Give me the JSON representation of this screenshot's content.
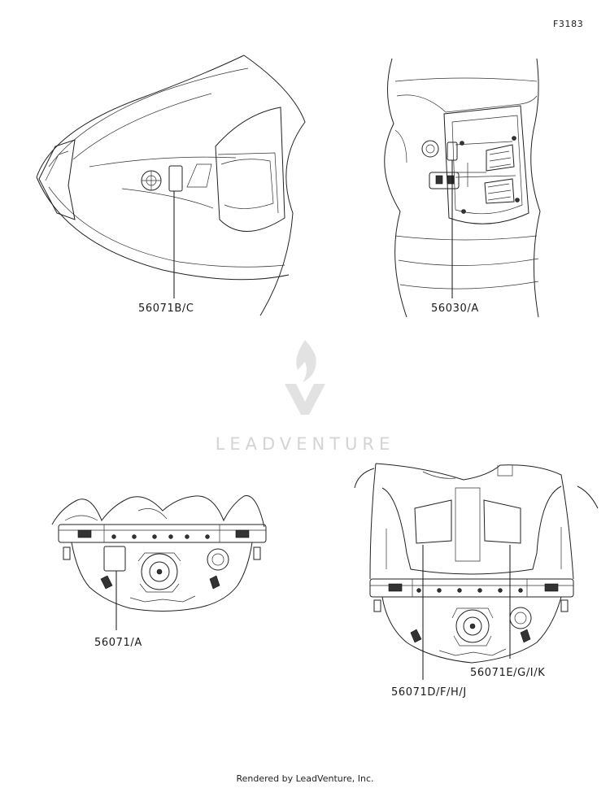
{
  "figure_code": "F3183",
  "callouts": {
    "top_left": "56071B/C",
    "top_right": "56030/A",
    "bottom_left": "56071/A",
    "bottom_right_a": "56071D/F/H/J",
    "bottom_right_b": "56071E/G/I/K"
  },
  "watermark": {
    "brand": "LEADVENTURE"
  },
  "footer": "Rendered by LeadVenture, Inc.",
  "colors": {
    "line": "#222222",
    "watermark": "#d4d4d4"
  }
}
